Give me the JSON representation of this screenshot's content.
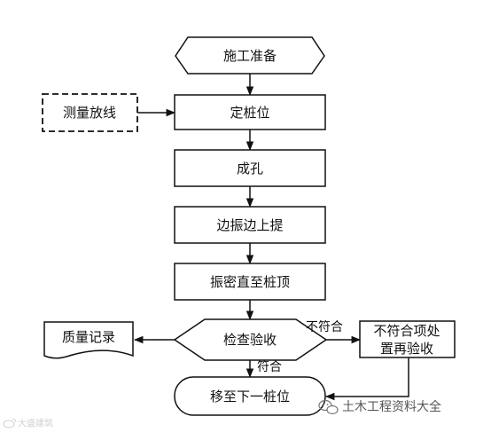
{
  "flowchart": {
    "nodes": {
      "prep": "施工准备",
      "survey": "测量放线",
      "locate": "定桩位",
      "hole": "成孔",
      "vibrate": "边振边上提",
      "compact": "振密直至桩顶",
      "inspect": "检查验收",
      "record": "质量记录",
      "fix_line1": "不符合项处",
      "fix_line2": "置再验收",
      "next": "移至下一桩位"
    },
    "edge_labels": {
      "fail": "不符合",
      "pass": "符合"
    }
  },
  "watermark": {
    "right_text": "土木工程资料大全",
    "left_text": "大盛建筑"
  }
}
